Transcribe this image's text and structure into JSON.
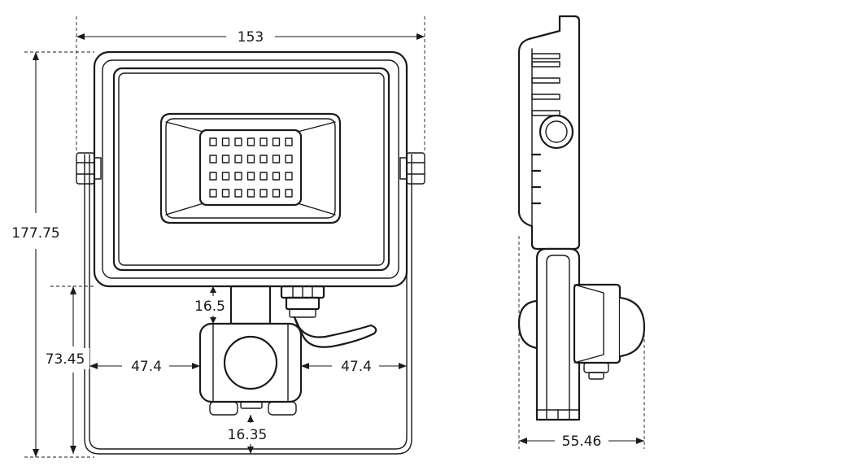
{
  "diagram": {
    "front_view": {
      "width_label": "153",
      "height_label": "177.75",
      "bracket_height_label": "73.45",
      "sensor_offset_top_label": "16.5",
      "sensor_left_label": "47.4",
      "sensor_right_label": "47.4",
      "sensor_bottom_label": "16.35"
    },
    "side_view": {
      "depth_label": "55.46"
    }
  }
}
